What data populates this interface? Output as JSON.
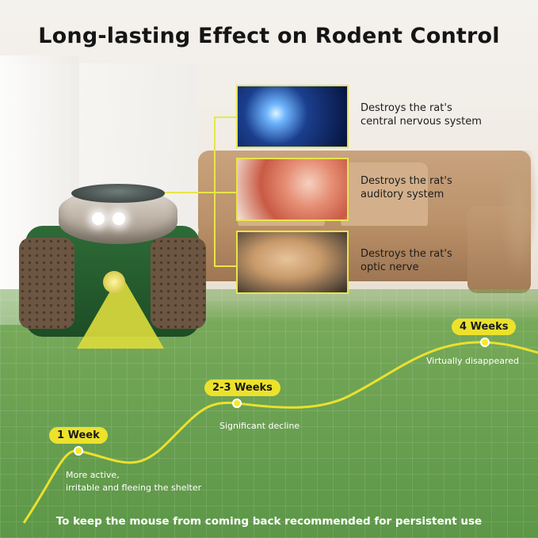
{
  "title": "Long-lasting Effect on Rodent Control",
  "effects": [
    {
      "text": "Destroys the rat's\ncentral nervous system",
      "line1": "Destroys the rat's",
      "line2": "central nervous system"
    },
    {
      "text": "Destroys the rat's auditory system",
      "line1": "Destroys the rat's",
      "line2": "auditory system"
    },
    {
      "text": "Destroys the rat's optic nerve",
      "line1": "Destroys the rat's",
      "line2": "optic nerve"
    }
  ],
  "timeline": [
    {
      "label": "1 Week",
      "note1": "More active,",
      "note2": "irritable and fleeing the shelter"
    },
    {
      "label": "2-3 Weeks",
      "note1": "Significant decline"
    },
    {
      "label": "4 Weeks",
      "note1": "Virtually disappeared"
    }
  ],
  "footer": "To keep the mouse from coming back recommended for persistent use",
  "colors": {
    "accent": "#ece22c",
    "device_green": "#2e6b37",
    "speaker_brown": "#6c5642"
  }
}
